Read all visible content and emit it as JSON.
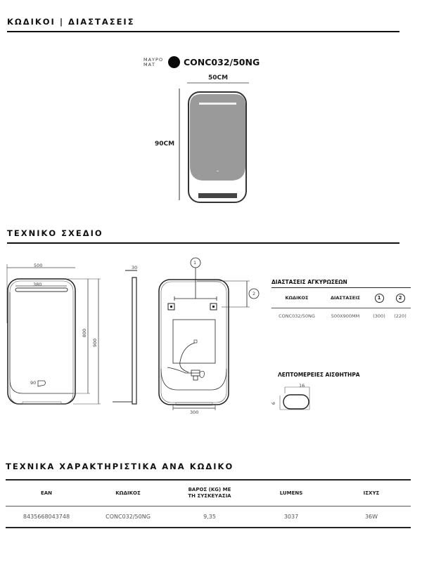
{
  "sections": {
    "codes_dimensions": "ΚΩΔΙΚΟΙ | ΔΙΑΣΤΑΣΕΙΣ",
    "technical_drawing": "ΤΕΧΝΙΚΟ ΣΧΕΔΙΟ",
    "specs_per_code": "ΤΕΧΝΙΚΑ ΧΑΡΑΚΤΗΡΙΣΤΙΚΑ ΑΝΑ ΚΩΔΙΚΟ"
  },
  "product": {
    "finish_line1": "ΜΑΥΡΟ",
    "finish_line2": "ΜΑΤ",
    "finish_color": "#0a0a0a",
    "code": "CONC032/50NG",
    "width_label": "50CM",
    "height_label": "90CM"
  },
  "drawing": {
    "front_width": "500",
    "light_bar_width": "380",
    "mirror_height": "800",
    "total_height": "900",
    "sensor_offset": "90",
    "depth": "30",
    "stand_width": "300",
    "callout_1": "1",
    "callout_2": "2"
  },
  "anchors": {
    "title": "ΔΙΑΣΤΑΣΕΙΣ ΑΓΚΥΡΩΣΕΩΝ",
    "headers": [
      "ΚΩΔΙΚΟΣ",
      "ΔΙΑΣΤΑΣΕΙΣ",
      "1",
      "2"
    ],
    "rows": [
      [
        "CONC032/50NG",
        "500X900MM",
        "(300)",
        "(220)"
      ]
    ]
  },
  "sensor": {
    "title": "ΛΕΠΤΟΜΕΡΕΙΕΣ ΑΙΣΘΗΤΗΡΑ",
    "width": "16",
    "height": "6"
  },
  "specs": {
    "headers": [
      "EAN",
      "ΚΩΔΙΚΟΣ",
      "ΒΑΡΟΣ (KG) ΜΕ",
      "ΤΗ ΣΥΣΚΕΥΑΣΙΑ",
      "LUMENS",
      "ΙΣΧΥΣ"
    ],
    "rows": [
      [
        "8435668043748",
        "CONC032/50NG",
        "9,35",
        "3037",
        "36W"
      ]
    ]
  }
}
